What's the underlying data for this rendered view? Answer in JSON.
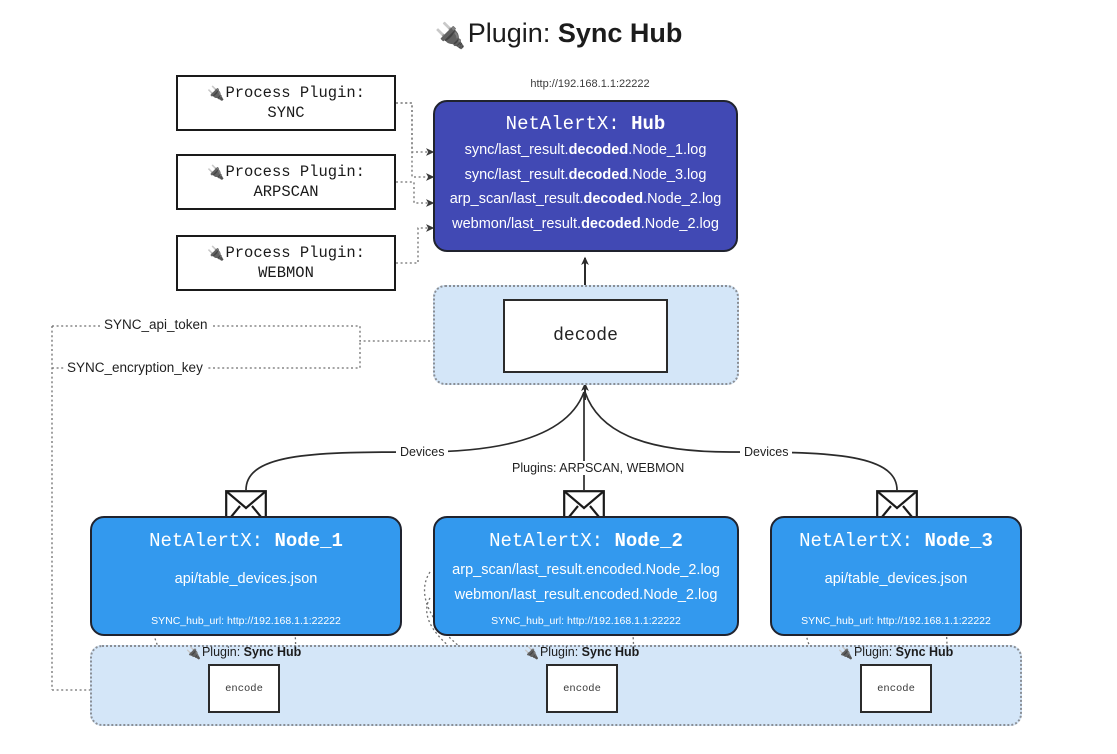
{
  "title": {
    "icon": "plug-icon",
    "prefix": "Plugin:",
    "name": "Sync Hub"
  },
  "hub": {
    "url": "http://192.168.1.1:22222",
    "title_prefix": "NetAlertX:",
    "title_name": "Hub",
    "rows": [
      {
        "pre": "sync/last_result.",
        "bold": "decoded",
        "post": ".Node_1.log"
      },
      {
        "pre": "sync/last_result.",
        "bold": "decoded",
        "post": ".Node_3.log"
      },
      {
        "pre": "arp_scan/last_result.",
        "bold": "decoded",
        "post": ".Node_2.log"
      },
      {
        "pre": "webmon/last_result.",
        "bold": "decoded",
        "post": ".Node_2.log"
      }
    ]
  },
  "process_plugins": [
    {
      "icon": "plug-icon",
      "line1": "Process Plugin:",
      "line2": "SYNC"
    },
    {
      "icon": "plug-icon",
      "line1": "Process Plugin:",
      "line2": "ARPSCAN"
    },
    {
      "icon": "plug-icon",
      "line1": "Process Plugin:",
      "line2": "WEBMON"
    }
  ],
  "decode": {
    "label": "decode"
  },
  "tokens": [
    {
      "label": "SYNC_api_token"
    },
    {
      "label": "SYNC_encryption_key"
    }
  ],
  "edge_labels": {
    "devices_left": "Devices",
    "devices_right": "Devices",
    "plugins_mid": "Plugins: ARPSCAN, WEBMON"
  },
  "nodes": [
    {
      "title_prefix": "NetAlertX:",
      "title_name": "Node_1",
      "lines": [
        "api/table_devices.json"
      ],
      "footer": "SYNC_hub_url: http://192.168.1.1:22222",
      "envelope_icon": "envelope-icon"
    },
    {
      "title_prefix": "NetAlertX:",
      "title_name": "Node_2",
      "lines": [
        "arp_scan/last_result.encoded.Node_2.log",
        "webmon/last_result.encoded.Node_2.log"
      ],
      "footer": "SYNC_hub_url: http://192.168.1.1:22222",
      "envelope_icon": "envelope-icon"
    },
    {
      "title_prefix": "NetAlertX:",
      "title_name": "Node_3",
      "lines": [
        "api/table_devices.json"
      ],
      "footer": "SYNC_hub_url: http://192.168.1.1:22222",
      "envelope_icon": "envelope-icon"
    }
  ],
  "encoders": [
    {
      "tag_icon": "plug-icon",
      "tag_prefix": "Plugin:",
      "tag_name": "Sync Hub",
      "label": "encode"
    },
    {
      "tag_icon": "plug-icon",
      "tag_prefix": "Plugin:",
      "tag_name": "Sync Hub",
      "label": "encode"
    },
    {
      "tag_icon": "plug-icon",
      "tag_prefix": "Plugin:",
      "tag_name": "Sync Hub",
      "label": "encode"
    }
  ],
  "colors": {
    "hub_fill": "#4149b4",
    "node_fill": "#3399ee",
    "container_fill": "#d4e6f8",
    "stroke": "#20232e",
    "dotted": "#8a8f96",
    "background": "#ffffff"
  }
}
